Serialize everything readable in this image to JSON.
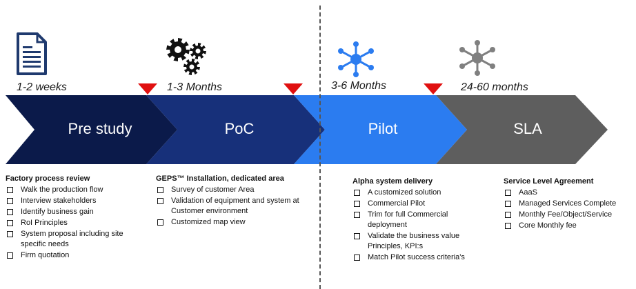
{
  "colors": {
    "stage1": "#0b1a4a",
    "stage2": "#17307a",
    "stage3": "#2b7cf0",
    "stage4": "#5e5e5e",
    "milestone": "#e01010",
    "icon_doc": "#1f3a6e",
    "icon_gears": "#111111",
    "icon_pilot": "#2b7cf0",
    "icon_sla": "#808080"
  },
  "stages": [
    {
      "label": "Pre study",
      "duration": "1-2 weeks",
      "icon": "document-icon"
    },
    {
      "label": "PoC",
      "duration": "1-3 Months",
      "icon": "gears-icon"
    },
    {
      "label": "Pilot",
      "duration": "3-6 Months",
      "icon": "network-hub-icon"
    },
    {
      "label": "SLA",
      "duration": "24-60 months",
      "icon": "network-hub-icon"
    }
  ],
  "details": [
    {
      "title": "Factory process review",
      "items": [
        "Walk the production flow",
        "Interview stakeholders",
        "Identify business gain",
        "RoI Principles",
        "System proposal including site specific needs",
        "Firm quotation"
      ]
    },
    {
      "title": "GEPS™ Installation, dedicated area",
      "items": [
        "Survey of customer Area",
        "Validation of equipment and system at Customer environment",
        "Customized map view"
      ]
    },
    {
      "title": "Alpha system delivery",
      "items": [
        "A customized  solution",
        "Commercial Pilot",
        "Trim for full Commercial deployment",
        "Validate the business value Principles, KPI:s",
        "Match Pilot success criteria's"
      ]
    },
    {
      "title": "Service Level Agreement",
      "items": [
        "AaaS",
        "Managed Services Complete",
        "Monthly Fee/Object/Service",
        "Core Monthly fee"
      ]
    }
  ]
}
